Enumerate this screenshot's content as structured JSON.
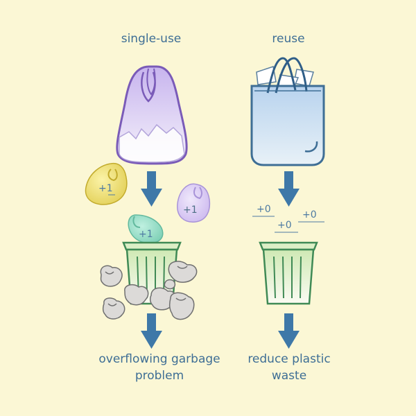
{
  "columns": {
    "left": {
      "title": "single-use",
      "result_line1": "overflowing garbage",
      "result_line2": "problem"
    },
    "right": {
      "title": "reuse",
      "result_line1": "reduce plastic",
      "result_line2": "waste"
    }
  },
  "counters": {
    "left": [
      "+1",
      "+1",
      "+1"
    ],
    "right": [
      "+0",
      "+0",
      "+0"
    ]
  },
  "colors": {
    "background": "#fbf7d5",
    "arrow": "#3e78a8",
    "text": "#3e6e95",
    "plastic_bag": "#c9b8ee",
    "tote_bag": "#c4dbee",
    "bin": "#dcefc6",
    "yellow_bag": "#efe07a",
    "green_bag": "#8fd8c2"
  }
}
